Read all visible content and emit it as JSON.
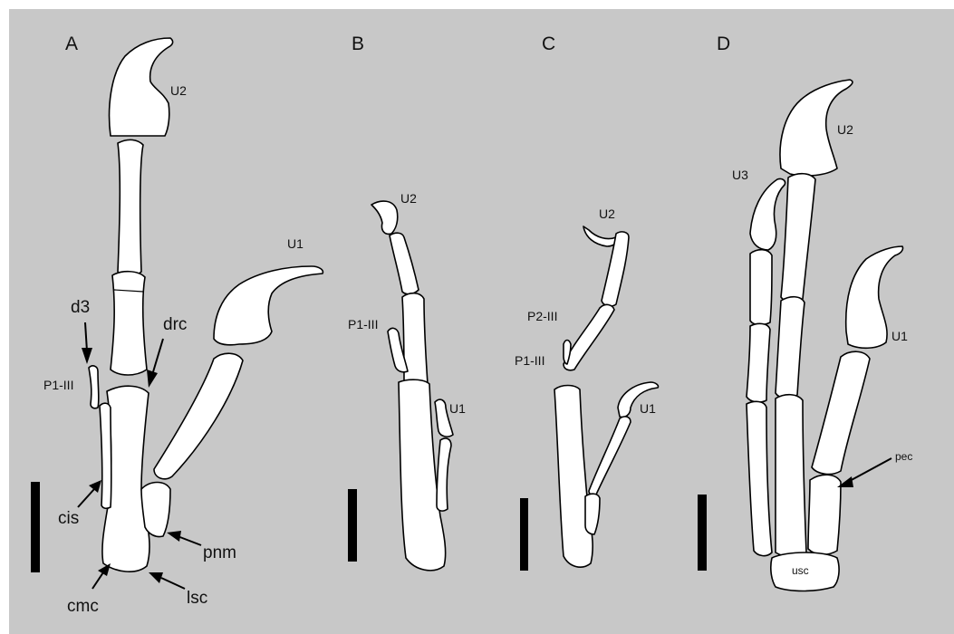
{
  "background_color": "#c8c8c8",
  "panels": [
    {
      "letter": "A"
    },
    {
      "letter": "B"
    },
    {
      "letter": "C"
    },
    {
      "letter": "D"
    }
  ],
  "labels": {
    "a_u2": "U2",
    "a_u1": "U1",
    "a_d3": "d3",
    "a_drc": "drc",
    "a_p1iii": "P1-III",
    "a_cis": "cis",
    "a_pnm": "pnm",
    "a_cmc": "cmc",
    "a_lsc": "lsc",
    "b_u2": "U2",
    "b_p1iii": "P1-III",
    "b_u1": "U1",
    "c_u2": "U2",
    "c_p2iii": "P2-III",
    "c_p1iii": "P1-III",
    "c_u1": "U1",
    "d_u2": "U2",
    "d_u3": "U3",
    "d_u1": "U1",
    "d_pec": "pec",
    "d_usc": "usc"
  }
}
